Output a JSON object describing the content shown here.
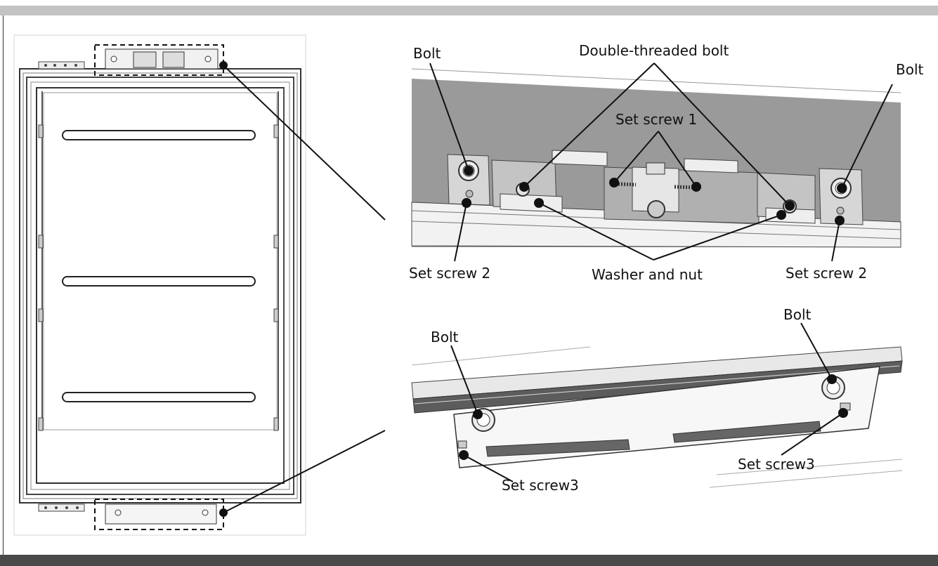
{
  "colors": {
    "top_band": "#c3c3c3",
    "bottom_band": "#4a4a4a",
    "line": "#111111",
    "plate_gray": "#9a9a9a"
  },
  "labels": {
    "top_left_bolt": "Bolt",
    "double_threaded_bolt": "Double-threaded bolt",
    "top_right_bolt": "Bolt",
    "set_screw_1": "Set screw 1",
    "set_screw_2_left": "Set screw 2",
    "washer_and_nut": "Washer and nut",
    "set_screw_2_right": "Set screw 2",
    "bottom_right_bolt": "Bolt",
    "bottom_left_bolt": "Bolt",
    "set_screw_3_right": "Set screw3",
    "set_screw_3_left": "Set screw3"
  }
}
